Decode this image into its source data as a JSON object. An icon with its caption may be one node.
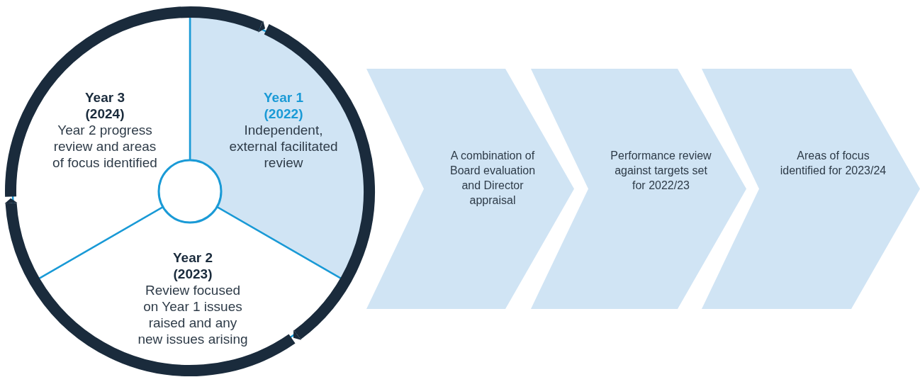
{
  "diagram": {
    "nodes": [
      {
        "text": [
          "Year 1 (2022)",
          "Independent, external facilitated review"
        ]
      },
      {
        "text": [
          "Year 2 (2023)",
          "Review focused on Year 1 issues raised and any new issues arising"
        ]
      },
      {
        "text": [
          "Year 3 (2024)",
          "Year 2 progress review and areas of focus identified"
        ]
      },
      {
        "text": [],
        "shape": "circle"
      },
      {
        "text": [
          "A combination of Board evaluation and Director appraisal"
        ]
      },
      {
        "text": [
          "Performance review against targets set for 2022/23"
        ]
      },
      {
        "text": [
          "Areas of focus identified for 2023/24"
        ]
      }
    ],
    "edges": [
      {
        "from": 0,
        "to": 1,
        "arrow": "to"
      },
      {
        "from": 1,
        "to": 2,
        "arrow": "to"
      },
      {
        "from": 2,
        "to": 0,
        "arrow": "to"
      }
    ]
  }
}
